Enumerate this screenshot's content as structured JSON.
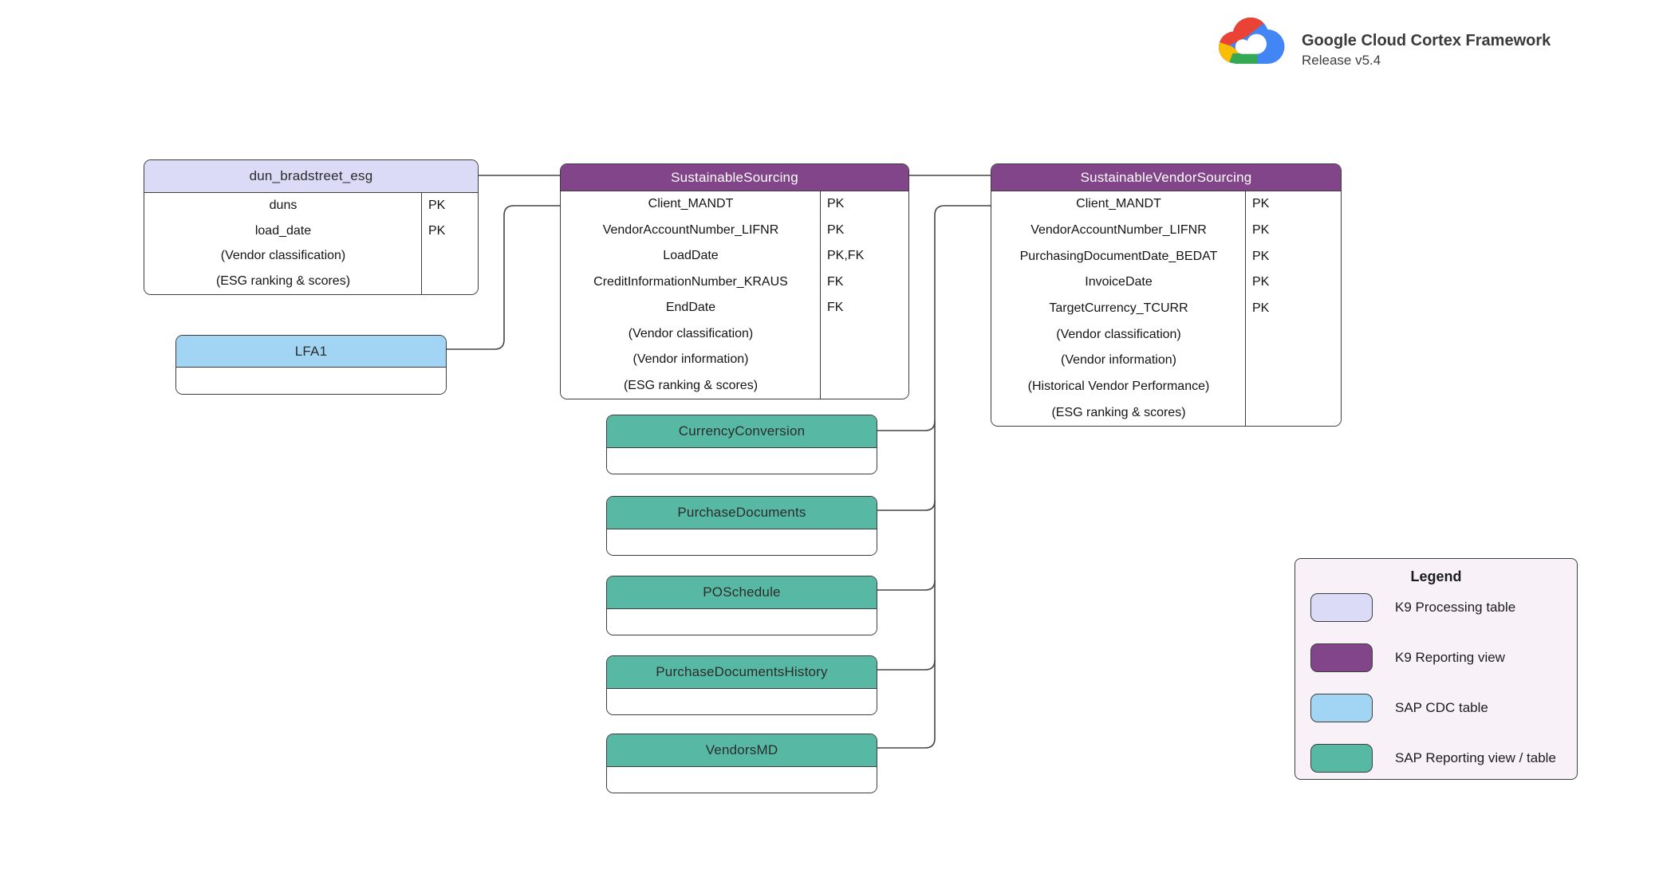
{
  "brand": {
    "logo": "google-cloud-logo",
    "title": "Google Cloud Cortex Framework",
    "subtitle": "Release v5.4"
  },
  "colors": {
    "k9_processing": "#DBDAF7",
    "k9_reporting": "#82458A",
    "sap_cdc": "#A2D4F4",
    "sap_reporting": "#57B9A4"
  },
  "tables": {
    "dun_bradstreet_esg": {
      "title": "dun_bradstreet_esg",
      "type": "k9_processing",
      "fields": [
        {
          "name": "duns",
          "key": "PK"
        },
        {
          "name": "load_date",
          "key": "PK"
        },
        {
          "name": "(Vendor classification)",
          "key": ""
        },
        {
          "name": "(ESG ranking & scores)",
          "key": ""
        }
      ]
    },
    "sustainable_sourcing": {
      "title": "SustainableSourcing",
      "type": "k9_reporting",
      "fields": [
        {
          "name": "Client_MANDT",
          "key": "PK"
        },
        {
          "name": "VendorAccountNumber_LIFNR",
          "key": "PK"
        },
        {
          "name": "LoadDate",
          "key": "PK,FK"
        },
        {
          "name": "CreditInformationNumber_KRAUS",
          "key": "FK"
        },
        {
          "name": "EndDate",
          "key": "FK"
        },
        {
          "name": "(Vendor classification)",
          "key": ""
        },
        {
          "name": "(Vendor information)",
          "key": ""
        },
        {
          "name": "(ESG ranking & scores)",
          "key": ""
        }
      ]
    },
    "sustainable_vendor_sourcing": {
      "title": "SustainableVendorSourcing",
      "type": "k9_reporting",
      "fields": [
        {
          "name": "Client_MANDT",
          "key": "PK"
        },
        {
          "name": "VendorAccountNumber_LIFNR",
          "key": "PK"
        },
        {
          "name": "PurchasingDocumentDate_BEDAT",
          "key": "PK"
        },
        {
          "name": "InvoiceDate",
          "key": "PK"
        },
        {
          "name": "TargetCurrency_TCURR",
          "key": "PK"
        },
        {
          "name": "(Vendor classification)",
          "key": ""
        },
        {
          "name": "(Vendor information)",
          "key": ""
        },
        {
          "name": "(Historical Vendor Performance)",
          "key": ""
        },
        {
          "name": "(ESG ranking & scores)",
          "key": ""
        }
      ]
    },
    "lfa1": {
      "title": "LFA1",
      "type": "sap_cdc",
      "fields": []
    },
    "currency_conversion": {
      "title": "CurrencyConversion",
      "type": "sap_reporting",
      "fields": []
    },
    "purchase_documents": {
      "title": "PurchaseDocuments",
      "type": "sap_reporting",
      "fields": []
    },
    "po_schedule": {
      "title": "POSchedule",
      "type": "sap_reporting",
      "fields": []
    },
    "purchase_documents_history": {
      "title": "PurchaseDocumentsHistory",
      "type": "sap_reporting",
      "fields": []
    },
    "vendors_md": {
      "title": "VendorsMD",
      "type": "sap_reporting",
      "fields": []
    }
  },
  "edges": [
    {
      "from": "dun_bradstreet_esg",
      "to": "SustainableSourcing"
    },
    {
      "from": "LFA1",
      "to": "SustainableSourcing"
    },
    {
      "from": "SustainableSourcing",
      "to": "SustainableVendorSourcing"
    },
    {
      "from": "CurrencyConversion",
      "to": "SustainableVendorSourcing"
    },
    {
      "from": "PurchaseDocuments",
      "to": "SustainableVendorSourcing"
    },
    {
      "from": "POSchedule",
      "to": "SustainableVendorSourcing"
    },
    {
      "from": "PurchaseDocumentsHistory",
      "to": "SustainableVendorSourcing"
    },
    {
      "from": "VendorsMD",
      "to": "SustainableVendorSourcing"
    }
  ],
  "legend": {
    "title": "Legend",
    "items": [
      {
        "label": "K9 Processing table",
        "color_key": "k9_processing"
      },
      {
        "label": "K9 Reporting view",
        "color_key": "k9_reporting"
      },
      {
        "label": "SAP CDC table",
        "color_key": "sap_cdc"
      },
      {
        "label": "SAP Reporting view / table",
        "color_key": "sap_reporting"
      }
    ]
  }
}
